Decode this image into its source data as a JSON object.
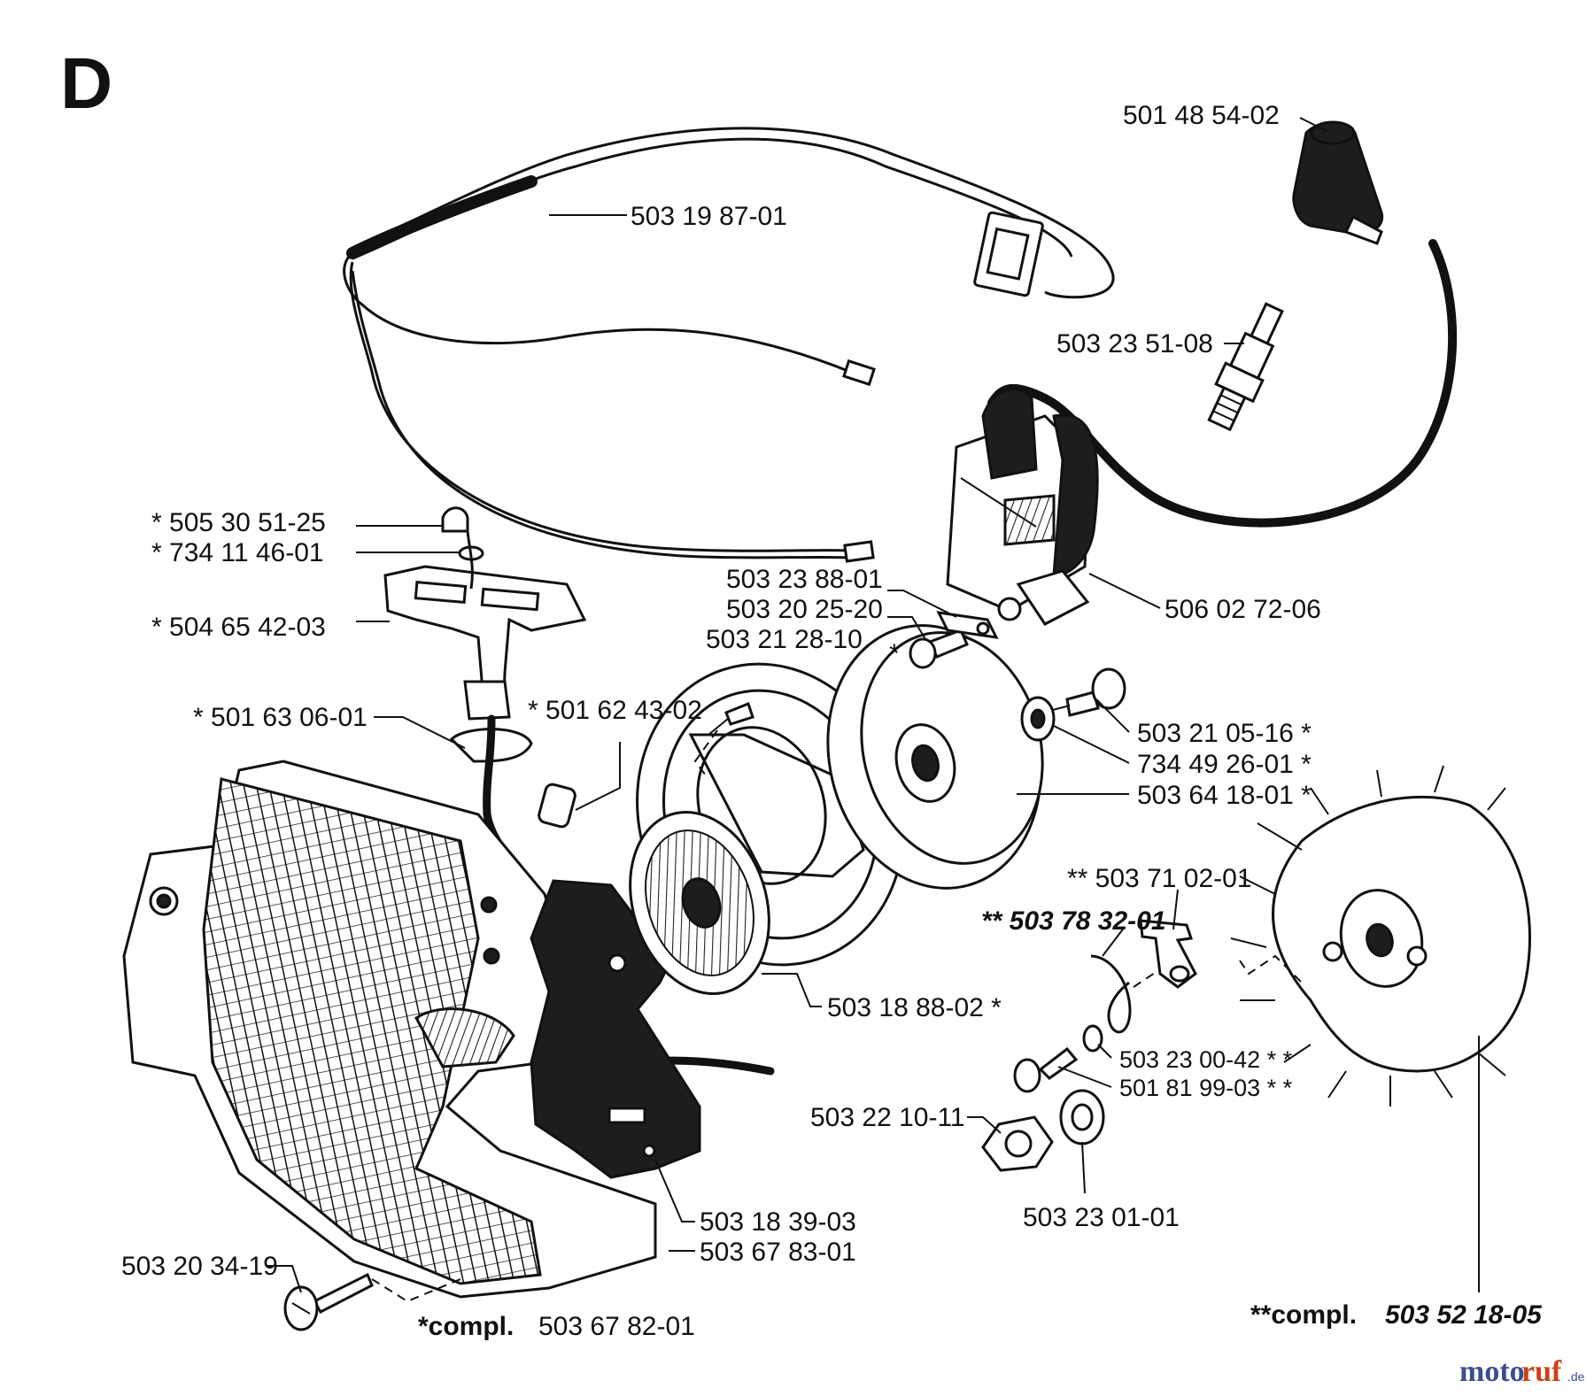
{
  "section_letter": "D",
  "labels": {
    "p501485402": "501 48 54-02",
    "p503198701": "503 19 87-01",
    "p503235108": "503 23 51-08",
    "p505305125": "* 505 30 51-25",
    "p734114601": "* 734 11 46-01",
    "p504654203": "* 504 65 42-03",
    "p503238801": "503 23 88-01",
    "p503202520": "503 20 25-20",
    "p503212810": "503 21 28-10",
    "p506027206": "506 02 72-06",
    "p501630601": "* 501 63 06-01",
    "p501624302": "* 501 62 43-02",
    "p503210516": "503 21 05-16 *",
    "p734492601": "734 49 26-01 *",
    "p503641801": "503 64 18-01 *",
    "p503710201": "** 503 71 02-01",
    "p503783201": "** 503 78 32-01",
    "p503188802": "503 18 88-02 *",
    "p503230042": "503 23 00-42 * *",
    "p501819903": "501 81 99-03 * *",
    "p503221011": "503 22 10-11",
    "p503230101": "503 23 01-01",
    "p503183903": "503 18 39-03",
    "p503678301": "503 67 83-01",
    "p503203419": "503 20 34-19",
    "star_near_screw": "*"
  },
  "compl_left": {
    "prefix": "*compl.",
    "number": "503 67 82-01"
  },
  "compl_right": {
    "prefix": "**compl.",
    "number": "503 52 18-05"
  },
  "watermark": {
    "part1": "moto",
    "part2": "ruf",
    "suffix": ".de"
  }
}
